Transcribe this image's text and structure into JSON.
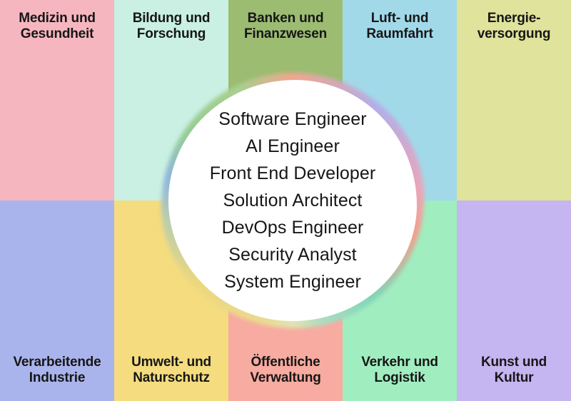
{
  "sectors": {
    "top": [
      {
        "label": "Medizin und\nGesundheit",
        "color": "#F6B6C0"
      },
      {
        "label": "Bildung und\nForschung",
        "color": "#C9F0E3"
      },
      {
        "label": "Banken und\nFinanzwesen",
        "color": "#9CBC72"
      },
      {
        "label": "Luft- und\nRaumfahrt",
        "color": "#A2D9E9"
      },
      {
        "label": "Energie-\nversorgung",
        "color": "#DFE39B"
      }
    ],
    "bottom": [
      {
        "label": "Verarbeitende\nIndustrie",
        "color": "#AAB4EC"
      },
      {
        "label": "Umwelt- und\nNaturschutz",
        "color": "#F4DC7F"
      },
      {
        "label": "Öffentliche\nVerwaltung",
        "color": "#F8ABA0"
      },
      {
        "label": "Verkehr und\nLogistik",
        "color": "#A0EEC0"
      },
      {
        "label": "Kunst und\nKultur",
        "color": "#C5B5F0"
      }
    ]
  },
  "roles": {
    "items": [
      "Software Engineer",
      "AI Engineer",
      "Front End Developer",
      "Solution Architect",
      "DevOps Engineer",
      "Security Analyst",
      "System Engineer"
    ]
  },
  "blob": {
    "fill": "#FFFFFF",
    "ring_stops": [
      "#F2A58D 0deg",
      "#B2AEEA 42deg",
      "#EAA6B8 85deg",
      "#F2A08C 105deg",
      "#7FD6B8 140deg",
      "#A8DCC0 165deg",
      "#E2E3B2 180deg",
      "#E9DA8D 195deg",
      "#ECD77E 230deg",
      "#B9CDAE 262deg",
      "#8FB6E0 280deg",
      "#96CC96 300deg",
      "#A9CF8F 335deg",
      "#F2A58D 360deg"
    ]
  },
  "text_color": "#161616"
}
